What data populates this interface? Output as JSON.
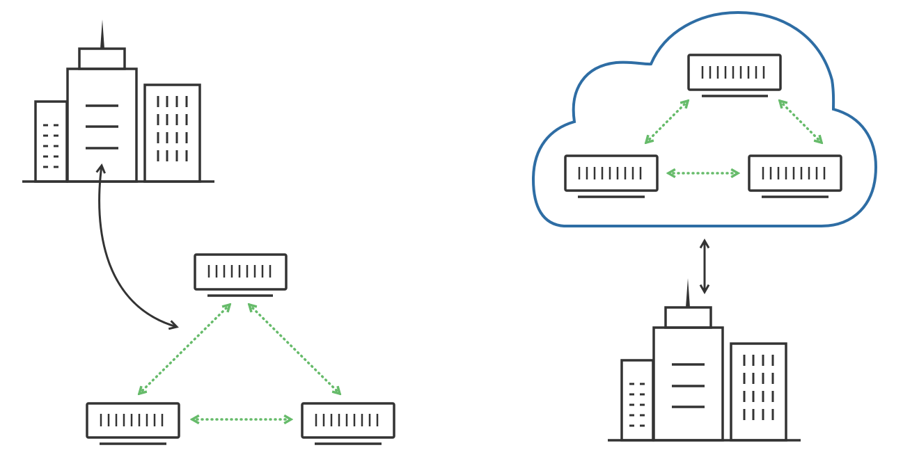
{
  "colors": {
    "stroke": "#333333",
    "link": "#66bb6a",
    "cloud": "#2e6da4",
    "background": "#ffffff"
  },
  "left": {
    "building": {
      "icon": "office-buildings-icon"
    },
    "servers": [
      {
        "name": "server-top",
        "icon": "server-icon"
      },
      {
        "name": "server-bottom-left",
        "icon": "server-icon"
      },
      {
        "name": "server-bottom-right",
        "icon": "server-icon"
      }
    ]
  },
  "right": {
    "cloud": {
      "icon": "cloud-icon"
    },
    "servers": [
      {
        "name": "cloud-server-top",
        "icon": "server-icon"
      },
      {
        "name": "cloud-server-left",
        "icon": "server-icon"
      },
      {
        "name": "cloud-server-right",
        "icon": "server-icon"
      }
    ],
    "building": {
      "icon": "office-buildings-icon"
    }
  }
}
